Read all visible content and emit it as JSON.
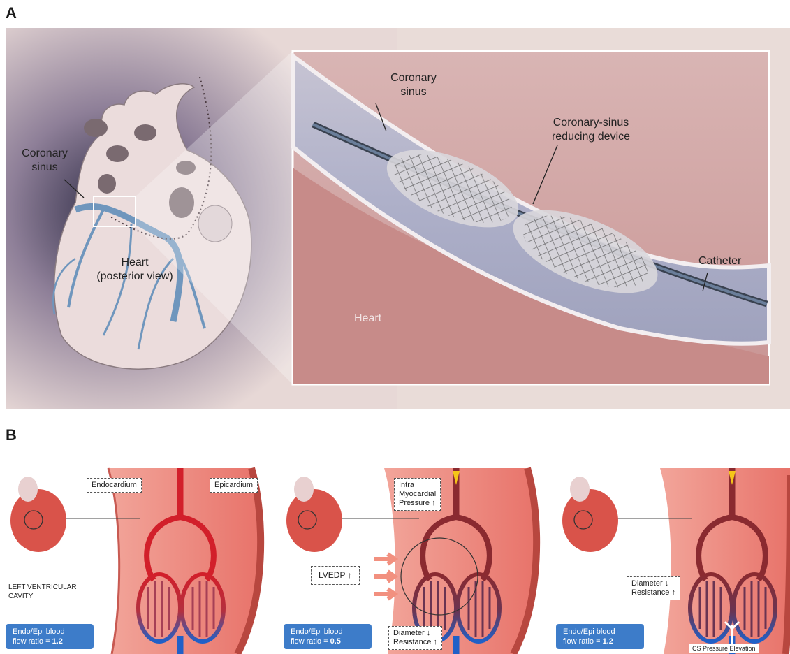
{
  "panel_a": {
    "letter": "A",
    "labels": {
      "coronary_sinus_left_line1": "Coronary",
      "coronary_sinus_left_line2": "sinus",
      "heart_view_line1": "Heart",
      "heart_view_line2": "(posterior view)",
      "coronary_sinus_right_line1": "Coronary",
      "coronary_sinus_right_line2": "sinus",
      "device_line1": "Coronary-sinus",
      "device_line2": "reducing device",
      "catheter": "Catheter",
      "heart": "Heart"
    }
  },
  "panel_b": {
    "letter": "B",
    "scenes": [
      {
        "endocardium": "Endocardium",
        "epicardium": "Epicardium",
        "cavity_line1": "LEFT VENTRICULAR",
        "cavity_line2": "CAVITY",
        "ratio_line1": "Endo/Epi blood",
        "ratio_prefix": "flow ratio = ",
        "ratio_value": "1.2"
      },
      {
        "intra_line1": "Intra",
        "intra_line2": "Myocardial",
        "intra_line3": "Pressure",
        "up_arrow": "↑",
        "down_arrow": "↓",
        "lvedp": "LVEDP",
        "diameter": "Diameter",
        "resistance": "Resistance",
        "ratio_line1": "Endo/Epi blood",
        "ratio_prefix": "flow ratio = ",
        "ratio_value": "0.5"
      },
      {
        "diameter": "Diameter",
        "resistance": "Resistance",
        "up_arrow": "↑",
        "down_arrow": "↓",
        "ratio_line1": "Endo/Epi blood",
        "ratio_prefix": "flow ratio = ",
        "ratio_value": "1.2",
        "cs_pressure": "CS Pressure Elevation"
      }
    ]
  },
  "colors": {
    "panel_a_bg": "#e9dcd8",
    "heart_tissue": "#ebdcdc",
    "vein_blue": "#6f96bd",
    "myocardium_red": "#e8736a",
    "artery_red": "#d21f2a",
    "vein_grad_blue": "#2060c8",
    "ratio_box_blue": "#3d7cc9"
  }
}
